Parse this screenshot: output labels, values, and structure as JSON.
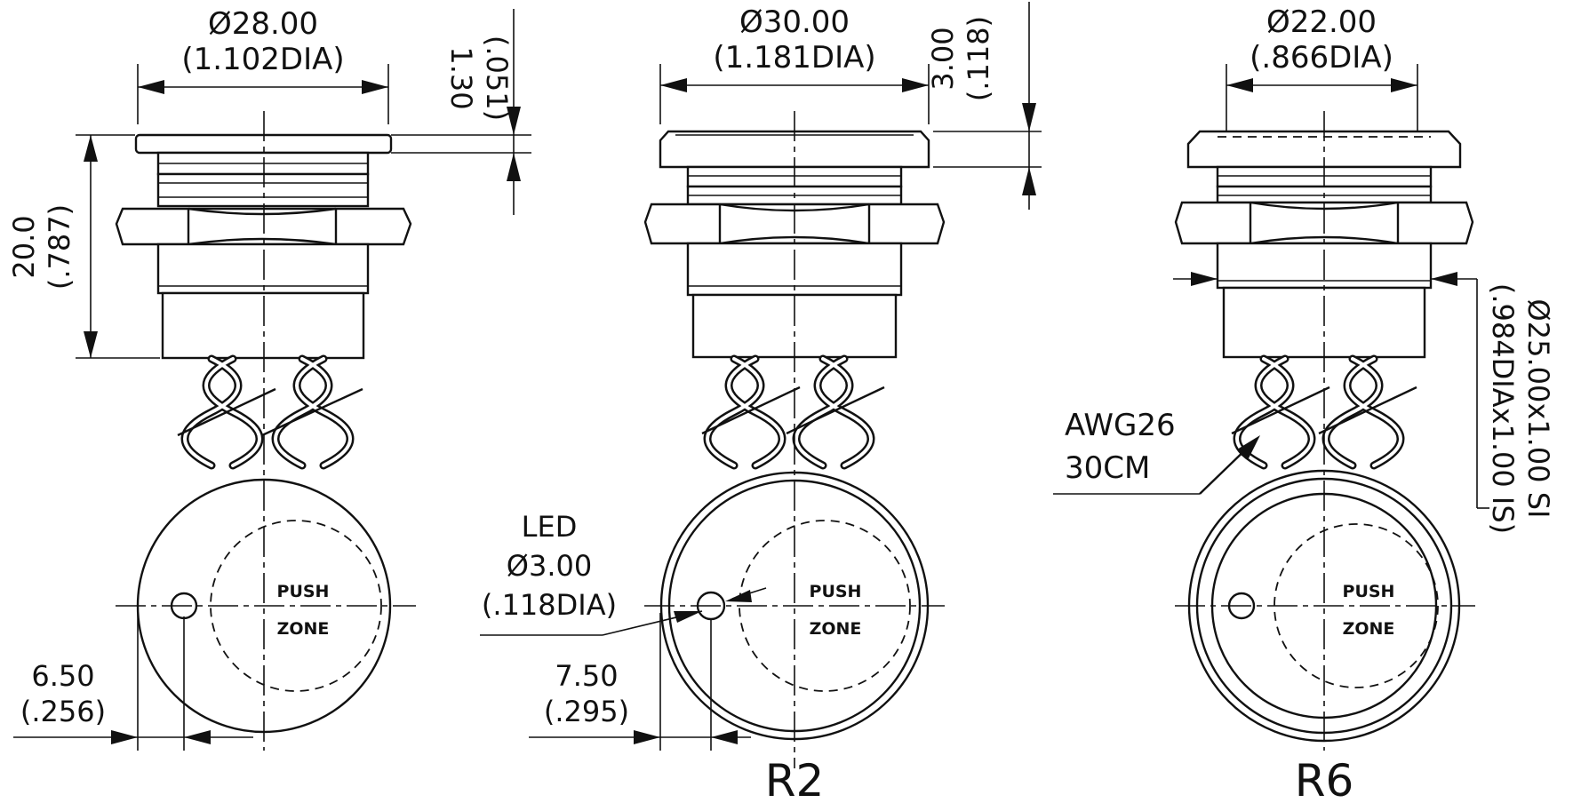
{
  "switches": [
    {
      "id": "left",
      "variant_label": "",
      "dia_mm": "Ø28.00",
      "dia_in": "(1.102DIA)",
      "bezel_mm": "1.30",
      "bezel_in": "(.051)",
      "height_mm": "20.0",
      "height_in": "(.787)",
      "offset_mm": "6.50",
      "offset_in": "(.256)",
      "push_text": "PUSH",
      "zone_text": "ZONE"
    },
    {
      "id": "middle",
      "variant_label": "R2",
      "dia_mm": "Ø30.00",
      "dia_in": "(1.181DIA)",
      "bezel_mm": "3.00",
      "bezel_in": "(.118)",
      "led_label": "LED",
      "led_mm": "Ø3.00",
      "led_in": "(.118DIA)",
      "offset_mm": "7.50",
      "offset_in": "(.295)",
      "push_text": "PUSH",
      "zone_text": "ZONE"
    },
    {
      "id": "right",
      "variant_label": "R6",
      "dia_mm": "Ø22.00",
      "dia_in": "(.866DIA)",
      "thread_spec": "Ø25.00x1.00 SI",
      "thread_spec_in": "(.984DIAx1.00 IS)",
      "wire_gauge": "AWG26",
      "wire_length": "30CM",
      "push_text": "PUSH",
      "zone_text": "ZONE"
    }
  ]
}
